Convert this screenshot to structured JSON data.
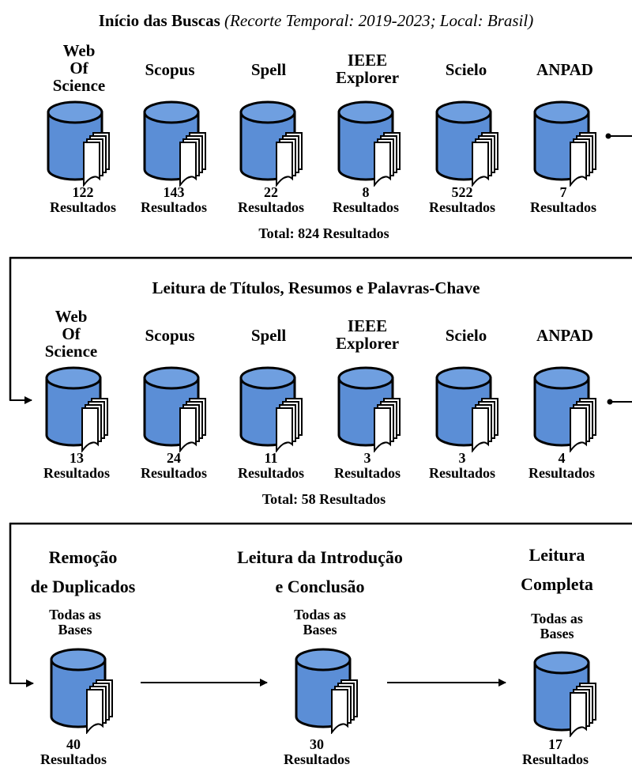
{
  "colors": {
    "cylinder": "#5b8ed6",
    "cylinder_top": "#6f9fe0",
    "line": "#000000"
  },
  "icon_names": [
    "database-icon",
    "document-stack-icon"
  ],
  "phase1": {
    "title": "Início das Buscas",
    "subtitle": "(Recorte Temporal: 2019-2023; Local: Brasil)",
    "bases": [
      {
        "name_lines": [
          "Web",
          "Of",
          "Science"
        ],
        "count": "122",
        "unit": "Resultados"
      },
      {
        "name_lines": [
          "Scopus"
        ],
        "count": "143",
        "unit": "Resultados"
      },
      {
        "name_lines": [
          "Spell"
        ],
        "count": "22",
        "unit": "Resultados"
      },
      {
        "name_lines": [
          "IEEE",
          "Explorer"
        ],
        "count": "8",
        "unit": "Resultados"
      },
      {
        "name_lines": [
          "Scielo"
        ],
        "count": "522",
        "unit": "Resultados"
      },
      {
        "name_lines": [
          "ANPAD"
        ],
        "count": "7",
        "unit": "Resultados"
      }
    ],
    "total": "Total: 824 Resultados"
  },
  "phase2": {
    "title": "Leitura de Títulos, Resumos e Palavras-Chave",
    "bases": [
      {
        "name_lines": [
          "Web",
          "Of",
          "Science"
        ],
        "count": "13",
        "unit": "Resultados"
      },
      {
        "name_lines": [
          "Scopus"
        ],
        "count": "24",
        "unit": "Resultados"
      },
      {
        "name_lines": [
          "Spell"
        ],
        "count": "11",
        "unit": "Resultados"
      },
      {
        "name_lines": [
          "IEEE",
          "Explorer"
        ],
        "count": "3",
        "unit": "Resultados"
      },
      {
        "name_lines": [
          "Scielo"
        ],
        "count": "3",
        "unit": "Resultados"
      },
      {
        "name_lines": [
          "ANPAD"
        ],
        "count": "4",
        "unit": "Resultados"
      }
    ],
    "total": "Total: 58 Resultados"
  },
  "phase3": {
    "stages": [
      {
        "title_lines": [
          "Remoção",
          "de Duplicados"
        ],
        "base_lines": [
          "Todas as",
          "Bases"
        ],
        "count": "40",
        "unit": "Resultados"
      },
      {
        "title_lines": [
          "Leitura da Introdução",
          "e Conclusão"
        ],
        "base_lines": [
          "Todas as",
          "Bases"
        ],
        "count": "30",
        "unit": "Resultados"
      },
      {
        "title_lines": [
          "Leitura",
          "Completa"
        ],
        "base_lines": [
          "Todas as",
          "Bases"
        ],
        "count": "17",
        "unit": "Resultados"
      }
    ]
  }
}
